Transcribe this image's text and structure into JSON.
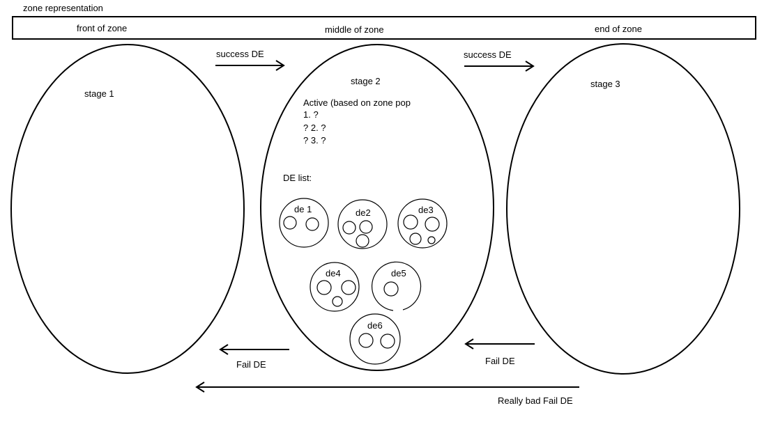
{
  "title": "zone representation",
  "zone_bar": {
    "front": "front of zone",
    "middle": "middle of zone",
    "end": "end of zone"
  },
  "stages": {
    "stage1": "stage 1",
    "stage2": "stage 2",
    "stage3": "stage 3"
  },
  "active": {
    "heading": "Active (based on zone pop",
    "line1": "1. ?",
    "line2": "? 2. ?",
    "line3": "? 3. ?"
  },
  "de_list": {
    "label": "DE list:",
    "items": [
      "de 1",
      "de2",
      "de3",
      "de4",
      "de5",
      "de6"
    ]
  },
  "arrows": {
    "success1": "success DE",
    "success2": "success DE",
    "fail1": "Fail DE",
    "fail2": "Fail DE",
    "really_bad": "Really bad Fail DE"
  }
}
